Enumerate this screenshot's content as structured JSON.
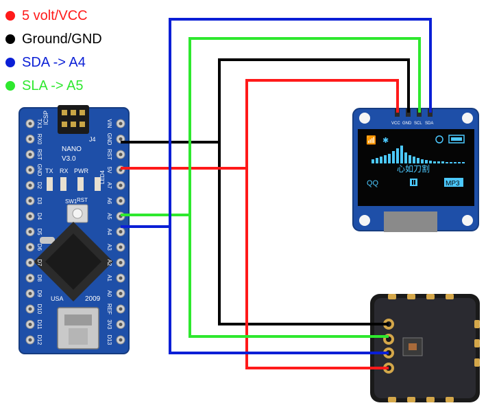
{
  "legend": [
    {
      "label": "5 volt/VCC",
      "color": "#ff1a1a"
    },
    {
      "label": "Ground/GND",
      "color": "#000000"
    },
    {
      "label": "SDA -> A4",
      "color": "#0a1fd6"
    },
    {
      "label": "SLA -> A5",
      "color": "#2ee82e"
    }
  ],
  "arduino": {
    "icsp": "ICSP",
    "model": "NANO",
    "version": "V3.0",
    "j4": "J4",
    "year": "2009",
    "usa": "USA",
    "sw1": "SW1",
    "rst": "RST",
    "leds": [
      "TX",
      "RX",
      "PWR",
      "LED4"
    ],
    "right_pins": [
      "VIN",
      "GND",
      "RST",
      "5V",
      "A7",
      "A6",
      "A5",
      "A4",
      "A3",
      "A2",
      "A1",
      "A0",
      "REF",
      "3V3",
      "D13"
    ],
    "left_pins": [
      "TX1",
      "RX0",
      "RST",
      "GND",
      "D2",
      "D3",
      "D4",
      "D5",
      "D6",
      "D7",
      "D8",
      "D9",
      "D10",
      "D11",
      "D12"
    ]
  },
  "oled": {
    "pins": [
      "VCC",
      "GND",
      "SCL",
      "SDA"
    ],
    "qq": "QQ",
    "song": "心如刀割",
    "mp3": "MP3"
  },
  "colors": {
    "red": "#ff1a1a",
    "black": "#000000",
    "blue": "#0a1fd6",
    "green": "#2ee82e",
    "board_blue": "#1e4fa8",
    "oled_text": "#4cc9ff"
  }
}
